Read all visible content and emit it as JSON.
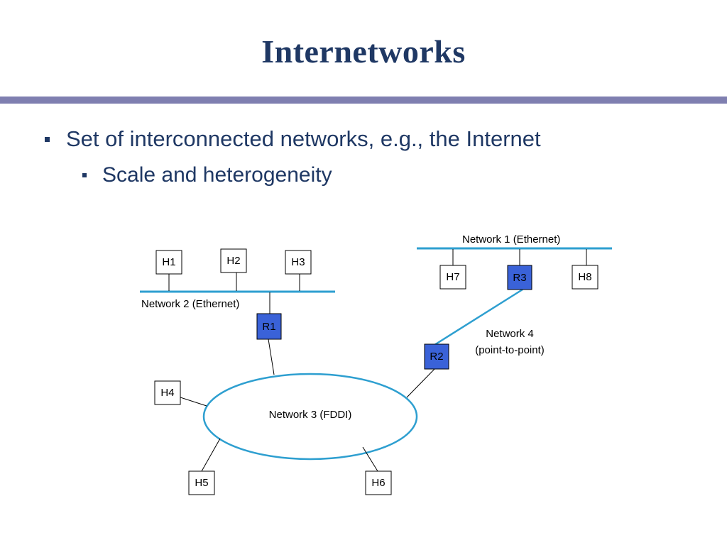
{
  "slide": {
    "title": "Internetworks",
    "bullets": [
      "Set of interconnected networks, e.g., the Internet",
      "Scale and heterogeneity"
    ]
  },
  "diagram": {
    "hosts": [
      "H1",
      "H2",
      "H3",
      "H4",
      "H5",
      "H6",
      "H7",
      "H8"
    ],
    "routers": [
      "R1",
      "R2",
      "R3"
    ],
    "networks": {
      "net1": "Network 1 (Ethernet)",
      "net2": "Network 2 (Ethernet)",
      "net3": "Network 3 (FDDI)",
      "net4_line1": "Network 4",
      "net4_line2": "(point-to-point)"
    },
    "colors": {
      "title": "#1f3864",
      "rule": "#7f7fb0",
      "network_line": "#2e9fd0",
      "router_fill": "#3a62d8",
      "host_fill": "#ffffff"
    }
  }
}
